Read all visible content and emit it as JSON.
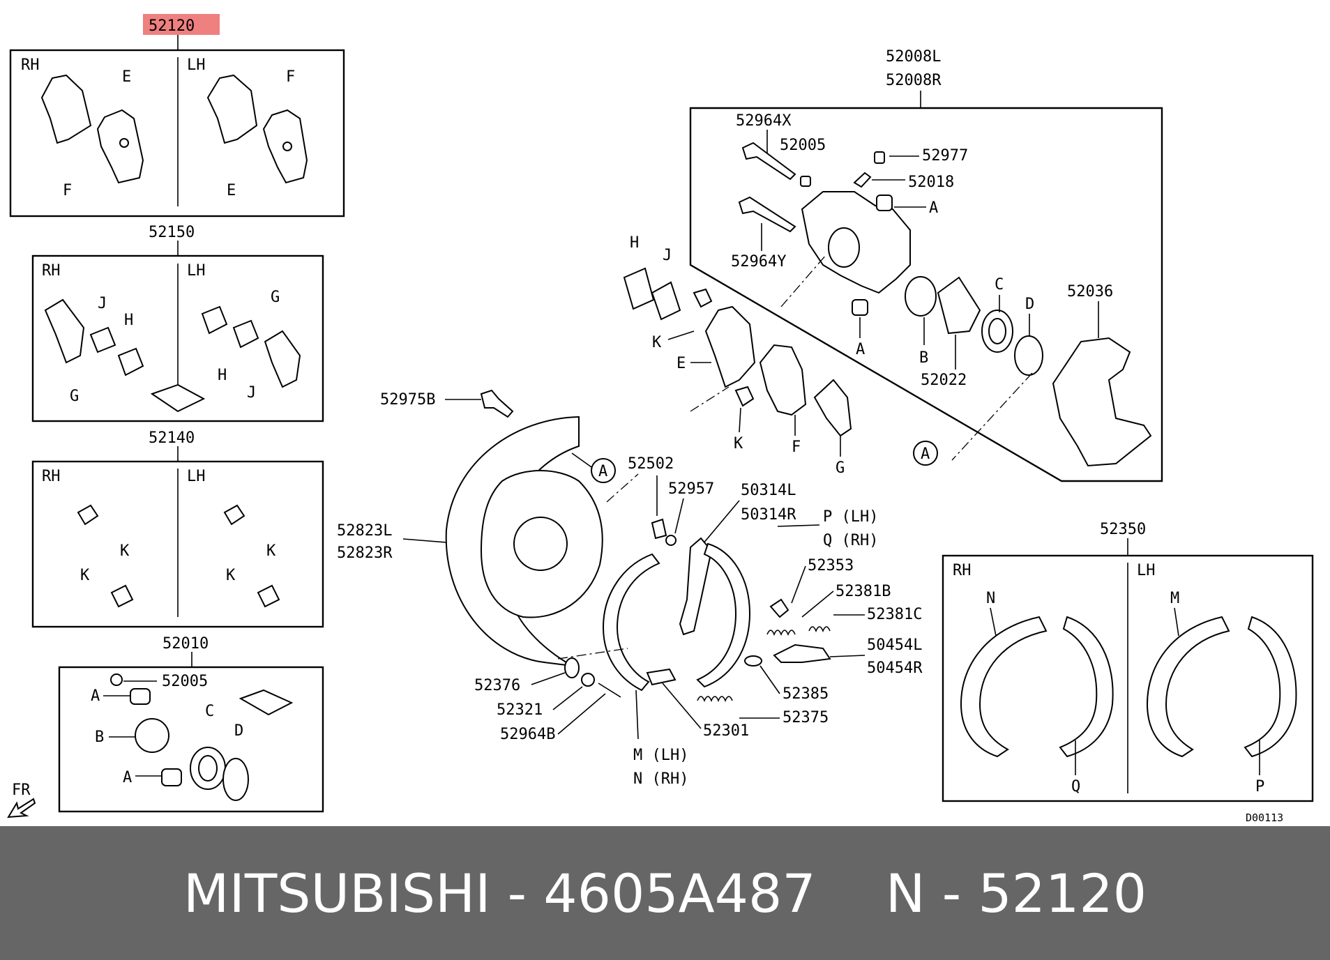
{
  "highlight_color": "#ef8080",
  "footer_color": "#666666",
  "labels": {
    "p52120": "52120",
    "p52150": "52150",
    "p52140": "52140",
    "p52010": "52010",
    "p52005_kit": "52005",
    "p52008L": "52008L",
    "p52008R": "52008R",
    "p52964X": "52964X",
    "p52005": "52005",
    "p52977": "52977",
    "p52018": "52018",
    "p52964Y": "52964Y",
    "p52036": "52036",
    "p52022": "52022",
    "p52975B": "52975B",
    "p52502": "52502",
    "p52957": "52957",
    "p50314L": "50314L",
    "p50314R": "50314R",
    "pLH": "P (LH)",
    "qRH": "Q (RH)",
    "p52823L": "52823L",
    "p52823R": "52823R",
    "p52353": "52353",
    "p52381B": "52381B",
    "p52381C": "52381C",
    "p50454L": "50454L",
    "p50454R": "50454R",
    "p52376": "52376",
    "p52321": "52321",
    "p52964B": "52964B",
    "p52385": "52385",
    "p52375": "52375",
    "p52301": "52301",
    "mLH": "M (LH)",
    "nRH": "N (RH)",
    "p52350": "52350",
    "code": "D00113",
    "fr": "FR"
  },
  "letters": {
    "RH": "RH",
    "LH": "LH",
    "A": "A",
    "B": "B",
    "C": "C",
    "D": "D",
    "E": "E",
    "F": "F",
    "G": "G",
    "H": "H",
    "J": "J",
    "K": "K",
    "M": "M",
    "N": "N",
    "P": "P",
    "Q": "Q"
  },
  "footer": {
    "brand_part": "MITSUBISHI - 4605A487",
    "ref": "N - 52120"
  }
}
